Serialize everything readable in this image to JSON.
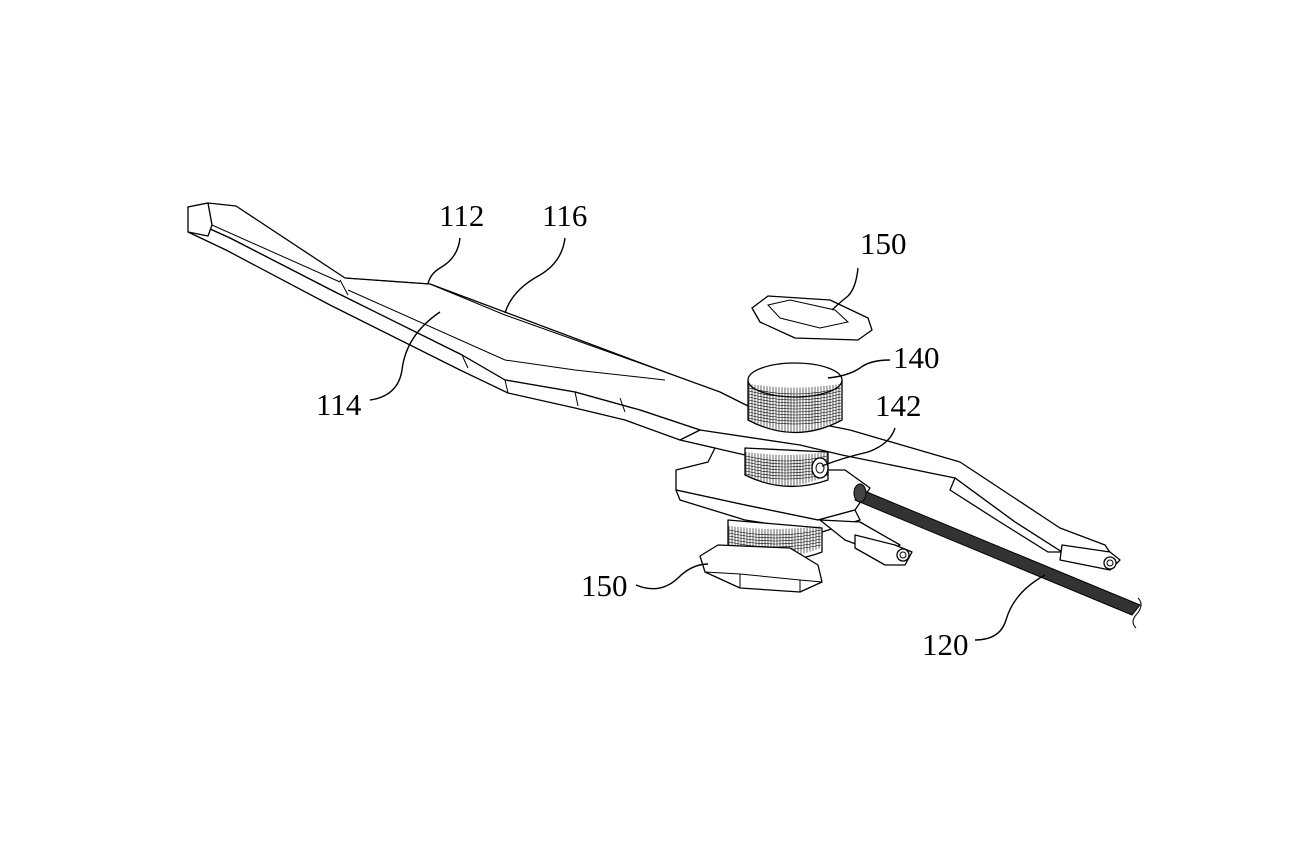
{
  "figure": {
    "labels": [
      {
        "id": "label-112",
        "text": "112"
      },
      {
        "id": "label-116",
        "text": "116"
      },
      {
        "id": "label-114",
        "text": "114"
      },
      {
        "id": "label-150-top",
        "text": "150"
      },
      {
        "id": "label-140",
        "text": "140"
      },
      {
        "id": "label-142",
        "text": "142"
      },
      {
        "id": "label-150-bottom",
        "text": "150"
      },
      {
        "id": "label-120",
        "text": "120"
      }
    ]
  }
}
